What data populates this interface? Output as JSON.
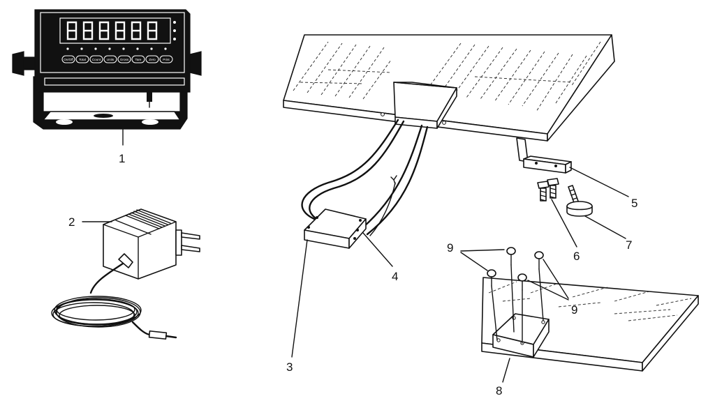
{
  "indicator": {
    "buttons": [
      "On/Off",
      "Total",
      "Count",
      "Units",
      "Gross",
      "Tare",
      "Zero",
      "Print"
    ]
  },
  "callouts": {
    "indicator": "1",
    "adapter": "2",
    "junction_box": "3",
    "load_cell_cable": "4",
    "load_cell_bracket": "5",
    "bracket_bolts": "6",
    "foot": "7",
    "junction_box_cover": "8",
    "cover_screws_top": "9",
    "cover_screws_bottom": "9"
  }
}
